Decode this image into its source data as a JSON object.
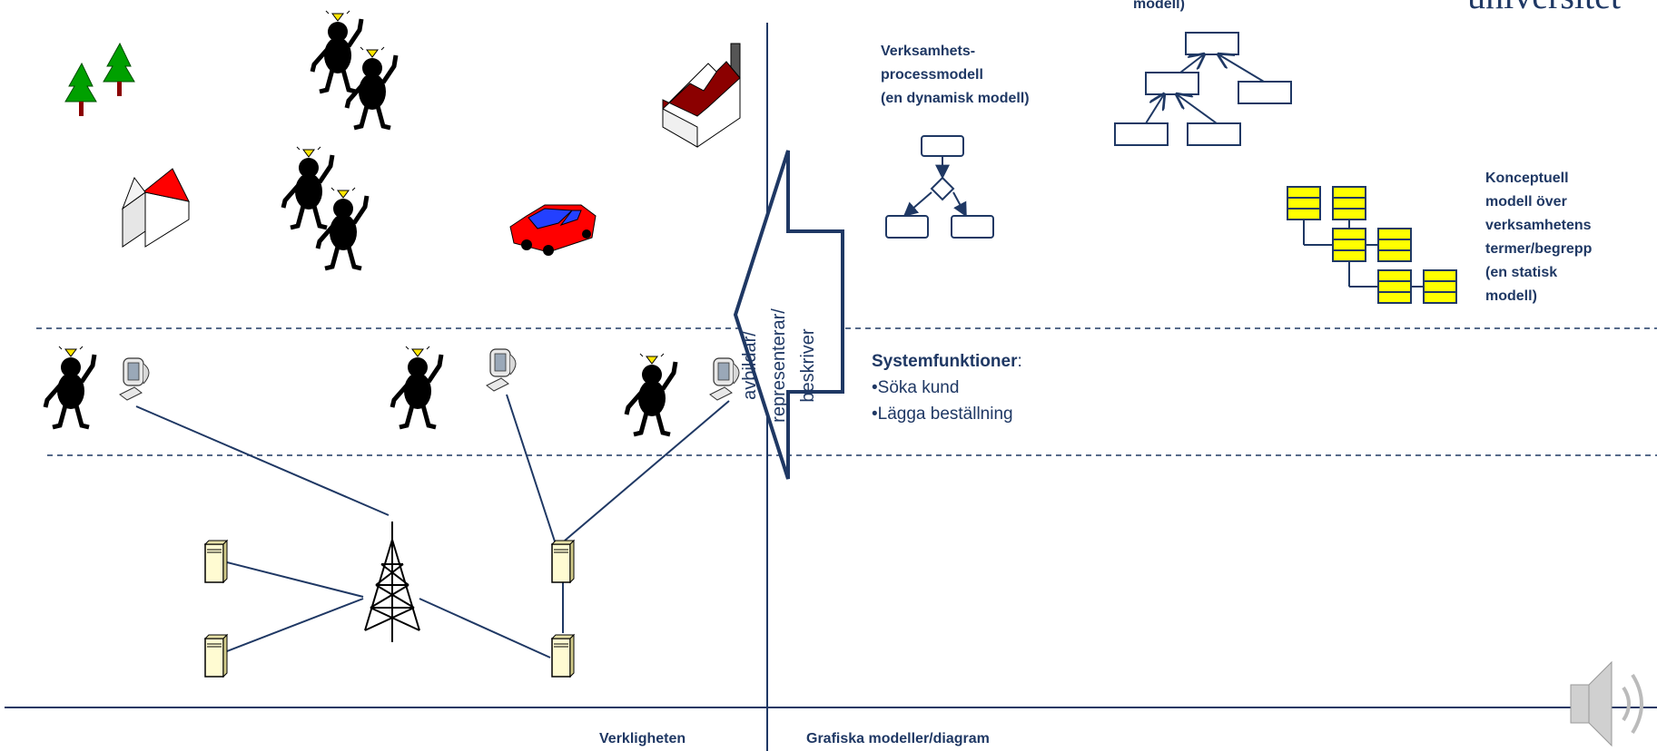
{
  "brand_text": "universitet",
  "top_model_label_fragment": "modell)",
  "process_model_label": [
    "Verksamhets-",
    "processmodell",
    "(en dynamisk modell)"
  ],
  "conceptual_model_label": [
    "Konceptuell",
    "modell över",
    "verksamhetens",
    "termer/begrepp",
    "(en statisk",
    "modell)"
  ],
  "arrow_label": [
    "avbildar/",
    "representerar/",
    "beskriver"
  ],
  "system_functions": {
    "title": "Systemfunktioner",
    "suffix": ":",
    "items": [
      "•Söka kund",
      "•Lägga beställning"
    ]
  },
  "footer_left": "Verkligheten",
  "footer_right": "Grafiska modeller/diagram",
  "colors": {
    "navy": "#1f3864",
    "yellow": "#ffff00",
    "roof_red": "#ff0000",
    "tree_green": "#00a000"
  },
  "icons": [
    "tree-icon",
    "house-icon",
    "factory-icon",
    "car-icon",
    "person-icon",
    "computer-icon",
    "server-icon",
    "antenna-tower-icon",
    "speaker-icon"
  ]
}
